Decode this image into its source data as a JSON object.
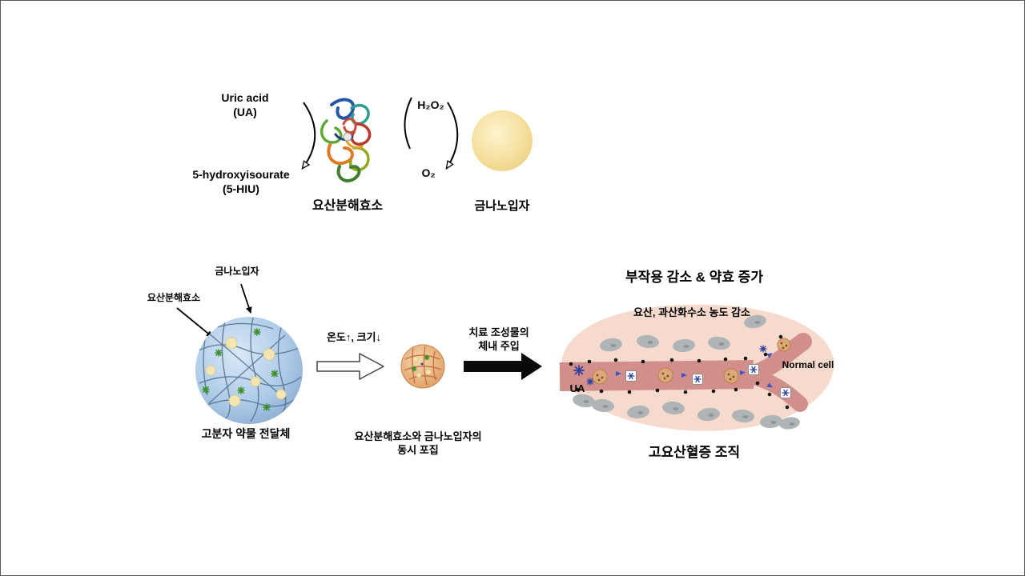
{
  "reaction": {
    "substrate": {
      "line1": "Uric acid",
      "line2": "(UA)"
    },
    "product": {
      "line1": "5-hydroxyisourate",
      "line2": "(5-HIU)"
    },
    "byproduct_top": "H₂O₂",
    "byproduct_bottom": "O₂",
    "enzyme_label": "요산분해효소",
    "gold_label": "금나노입자"
  },
  "carrier": {
    "pointer_gold": "금나노입자",
    "pointer_enzyme": "요산분해효소",
    "carrier_caption": "고분자 약물 전달체",
    "transition_caption": "온도↑, 크기↓",
    "capture_caption": {
      "line1": "요산분해효소와 금나노입자의",
      "line2": "동시 포집"
    },
    "injection_caption": {
      "line1": "치료 조성물의",
      "line2": "체내 주입"
    }
  },
  "tissue": {
    "headline": "부작용 감소 & 약효 증가",
    "sub_headline": "요산, 과산화수소 농도 감소",
    "ua_label": "UA",
    "normal_cell_label": "Normal cell",
    "caption": "고요산혈증 조직"
  },
  "colors": {
    "gold_nanoparticle": "#F3DA92",
    "carrier_blue": "#AECBE8",
    "carrier_mesh": "#50708F",
    "shrunken_carrier": "#E8B183",
    "tissue_pink": "#F5DACD",
    "vessel_rose": "#D28E8B",
    "cell_gray": "#AFB4B7",
    "ua_blue": "#2F3EA0",
    "text_black": "#000000"
  }
}
